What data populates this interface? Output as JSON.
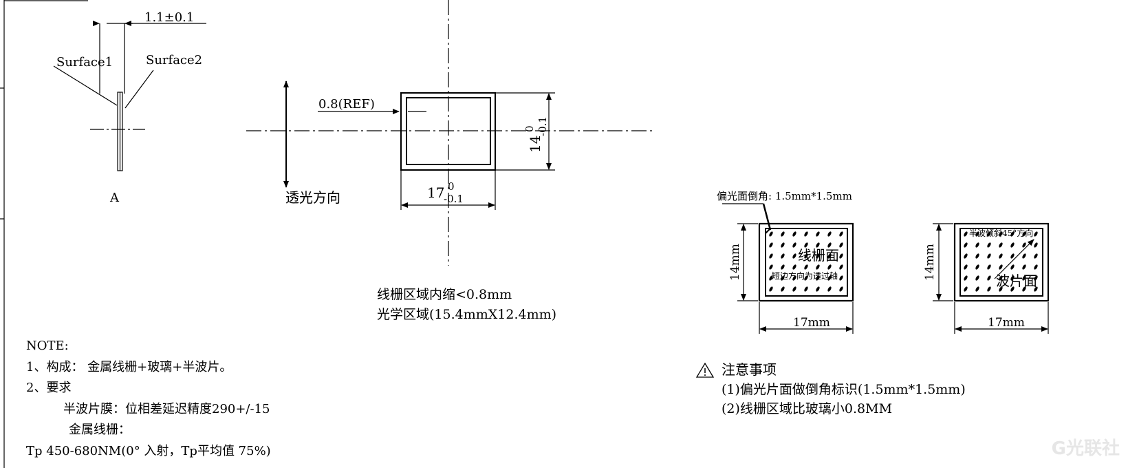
{
  "side_view": {
    "thickness_dim": "1.1±0.1",
    "surface1": "Surface1",
    "surface2": "Surface2",
    "view_label": "A"
  },
  "front_view": {
    "direction_label": "透光方向",
    "ref_dim": "0.8(REF)",
    "height_nominal": "14",
    "height_tol_upper": "0",
    "height_tol_lower": "-0.1",
    "width_nominal": "17",
    "width_tol_upper": "0",
    "width_tol_lower": "-0.1",
    "caption_line1": "线栅区域内缩<0.8mm",
    "caption_line2": "光学区域(15.4mmX12.4mm)"
  },
  "grid_face": {
    "chamfer_note": "偏光面倒角: 1.5mm*1.5mm",
    "height": "14mm",
    "width": "17mm",
    "label": "线栅面",
    "sublabel": "短边方向为透过轴"
  },
  "wave_face": {
    "height": "14mm",
    "width": "17mm",
    "label": "波片面",
    "sublabel": "半波倾斜45°方向"
  },
  "notes": {
    "title": "NOTE:",
    "line1": "1、构成：  金属线栅+玻璃+半波片。",
    "line2": "2、要求",
    "line3": "半波片膜：位相差延迟精度290+/-15",
    "line4": "金属线栅：",
    "line5": "Tp 450-680NM(0° 入射，Tp平均值 75%)"
  },
  "caution": {
    "title": "注意事项",
    "item1": "(1)偏光片面做倒角标识(1.5mm*1.5mm)",
    "item2": "(2)线栅区域比玻璃小0.8MM"
  },
  "watermark": "G光联社"
}
